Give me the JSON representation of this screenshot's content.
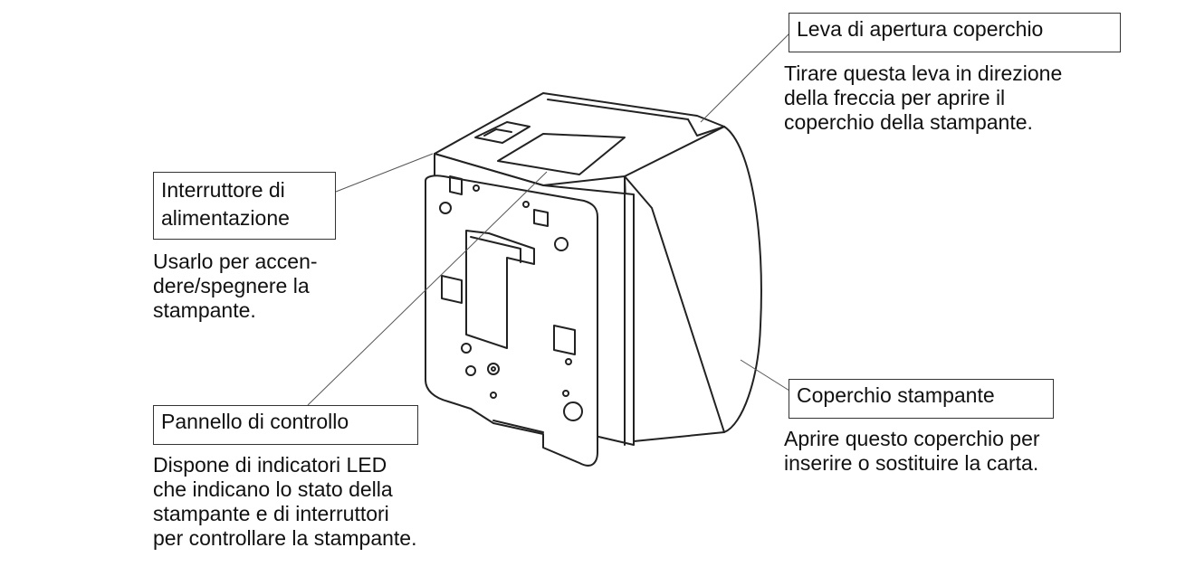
{
  "callouts": {
    "lever": {
      "label": "Leva di apertura coperchio",
      "description": "Tirare questa leva in direzione\ndella freccia per aprire il\ncoperchio della stampante."
    },
    "power": {
      "label": "Interruttore di\nalimentazione",
      "description": "Usarlo per accen-\ndere/spegnere la\nstampante."
    },
    "panel": {
      "label": "Pannello di controllo",
      "description": "Dispone di indicatori LED\nche indicano lo stato della\nstampante e di interruttori\nper controllare la stampante."
    },
    "cover": {
      "label": "Coperchio stampante",
      "description": "Aprire questo coperchio per\ninserire o sostituire la carta."
    }
  }
}
